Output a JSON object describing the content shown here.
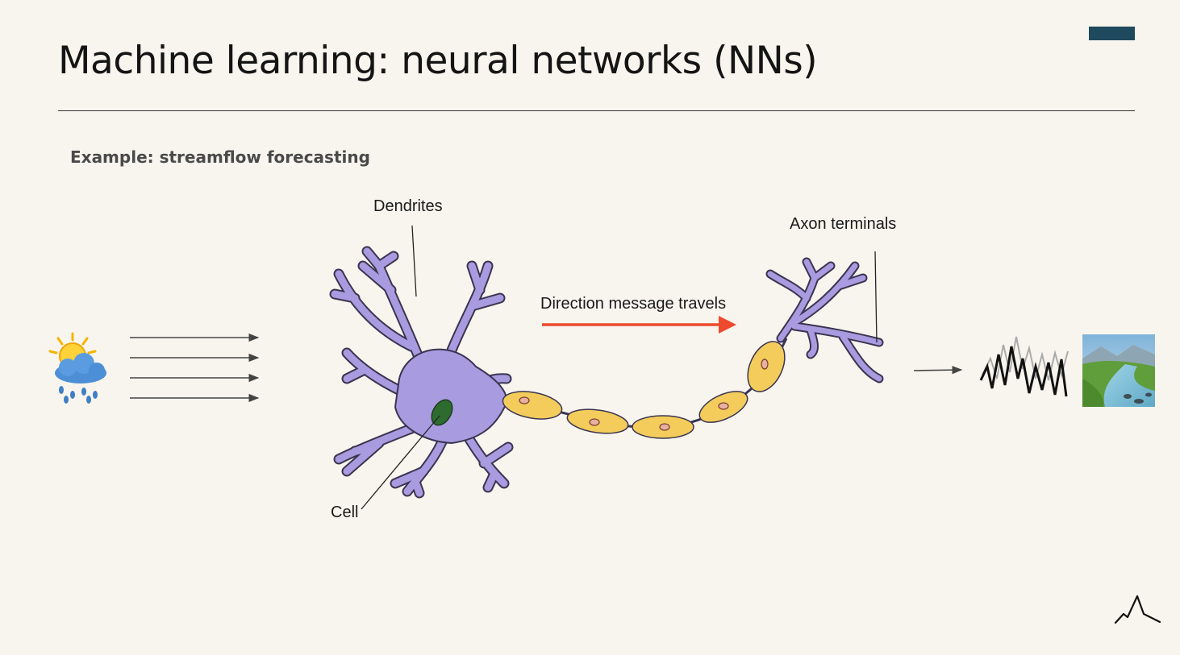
{
  "slide": {
    "title": "Machine learning: neural networks (NNs)",
    "subtitle": "Example: streamflow forecasting"
  },
  "diagram": {
    "labels": {
      "dendrites": "Dendrites",
      "axon_terminals": "Axon terminals",
      "direction": "Direction message travels",
      "cell": "Cell"
    },
    "icons": {
      "weather": "sun-rain-cloud-icon",
      "hydrograph": "streamflow-hydrograph-icon",
      "river": "river-landscape-icon",
      "logo": "peak-logo-icon"
    },
    "colors": {
      "accent_bar": "#1f4a5e",
      "neuron_body": "#a99be0",
      "myelin": "#f3cc5c",
      "nucleus": "#2e6b2f",
      "direction_arrow": "#ee4a2d"
    }
  }
}
